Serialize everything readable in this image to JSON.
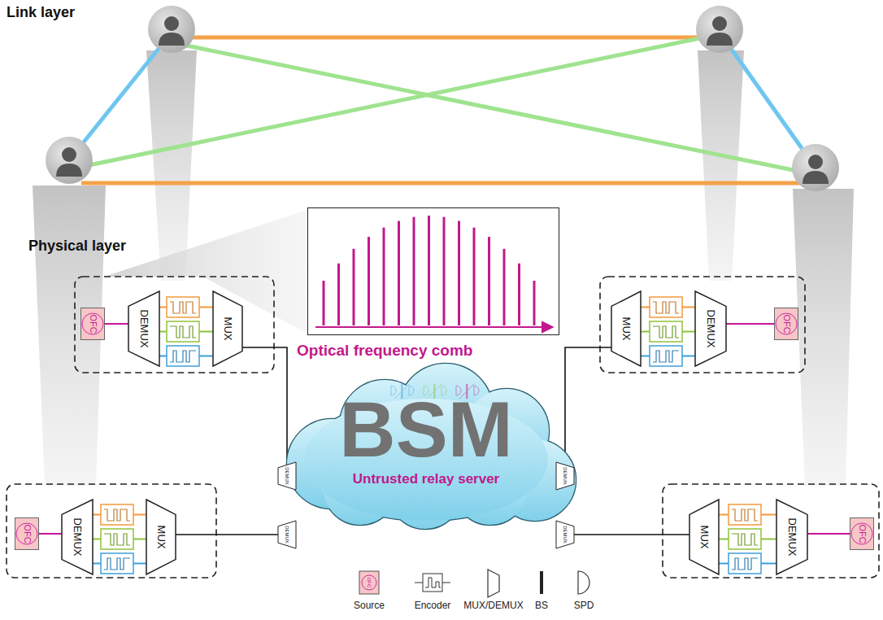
{
  "diagram": {
    "nodes": [
      {
        "text": [
          "OFC"
        ]
      },
      {
        "text": [
          "DEMUX"
        ]
      },
      {
        "text": [
          "MUX"
        ]
      },
      {
        "text": [
          "Optical frequency comb"
        ]
      },
      {
        "text": [
          "MUX"
        ]
      },
      {
        "text": [
          "DEMUX"
        ]
      },
      {
        "text": [
          "OFC"
        ]
      },
      {
        "text": [
          "BSM",
          "Untrusted relay server"
        ]
      },
      {
        "text": [
          "DEMUX"
        ],
        "in": 7
      },
      {
        "text": [
          "DEMUX"
        ],
        "in": 7
      },
      {
        "text": [
          "DEMUX"
        ],
        "in": 7
      },
      {
        "text": [
          "DEMUX"
        ],
        "in": 7
      },
      {
        "text": [
          "OFC"
        ]
      },
      {
        "text": [
          "DEMUX"
        ]
      },
      {
        "text": [
          "MUX"
        ]
      },
      {
        "text": [
          "MUX"
        ]
      },
      {
        "text": [
          "DEMUX"
        ]
      },
      {
        "text": [
          "OFC"
        ]
      }
    ],
    "edges": [
      {
        "from": 0,
        "to": 1,
        "arrow": "none"
      },
      {
        "from": 2,
        "to": 8,
        "arrow": "none"
      },
      {
        "from": 6,
        "to": 5,
        "arrow": "none"
      },
      {
        "from": 4,
        "to": 9,
        "arrow": "none"
      },
      {
        "from": 12,
        "to": 13,
        "arrow": "none"
      },
      {
        "from": 14,
        "to": 10,
        "arrow": "none"
      },
      {
        "from": 17,
        "to": 16,
        "arrow": "none"
      },
      {
        "from": 15,
        "to": 11,
        "arrow": "none"
      }
    ],
    "labels": [
      "Link layer",
      "Physical layer",
      "OFC"
    ],
    "legend": [
      {
        "text": "Source"
      },
      {
        "text": "Encoder"
      },
      {
        "text": "MUX/DEMUX"
      },
      {
        "text": "BS"
      },
      {
        "text": "SPD"
      }
    ]
  }
}
